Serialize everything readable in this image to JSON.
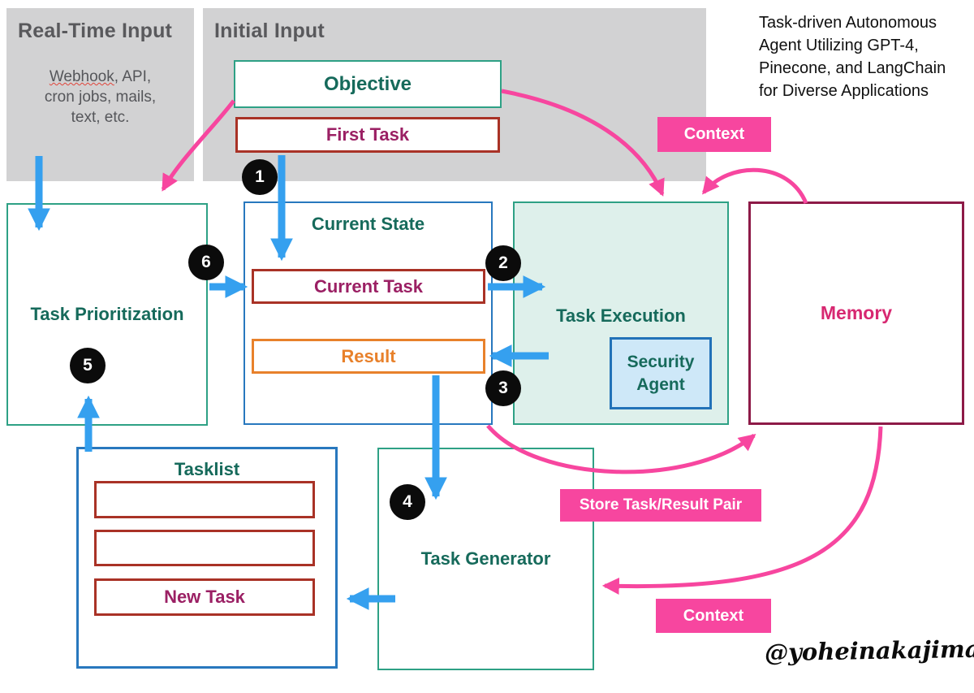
{
  "note": {
    "lines": [
      "Task-driven Autonomous",
      "Agent Utilizing GPT-4,",
      "Pinecone, and LangChain",
      "for Diverse Applications"
    ]
  },
  "signature": "@yoheinakajima",
  "gray_panels": {
    "realtime": {
      "title": "Real-Time Input",
      "body_line1_word": "Webhook",
      "body_line1_rest": ", API,",
      "body_line2": "cron jobs, mails,",
      "body_line3": "text, etc."
    },
    "initial": {
      "title": "Initial Input"
    }
  },
  "labels": {
    "objective": "Objective",
    "first_task": "First Task",
    "task_prioritization": "Task Prioritization",
    "current_state": "Current State",
    "current_task": "Current Task",
    "result": "Result",
    "task_execution": "Task Execution",
    "security_agent": "Security Agent",
    "memory": "Memory",
    "tasklist": "Tasklist",
    "new_task": "New Task",
    "task_generator": "Task Generator"
  },
  "badges": {
    "context_top": "Context",
    "store_pair": "Store Task/Result Pair",
    "context_bottom": "Context"
  },
  "steps": [
    "1",
    "2",
    "3",
    "4",
    "5",
    "6"
  ],
  "colors": {
    "teal_border": "#2ea185",
    "teal_text": "#166a5b",
    "blue_border": "#2878be",
    "security_border": "#2272b8",
    "dark_red_border": "#a93226",
    "purple_text": "#9b2064",
    "orange": "#e8812b",
    "memory_border": "#8d1a47",
    "memory_text": "#d72871",
    "pink": "#f7469f",
    "blue_arrow": "#35a0ef",
    "gray_panel": "#d2d2d3",
    "mint_fill": "#def0eb",
    "security_fill": "#cee8f8",
    "circle_black": "#0b0b0b"
  }
}
